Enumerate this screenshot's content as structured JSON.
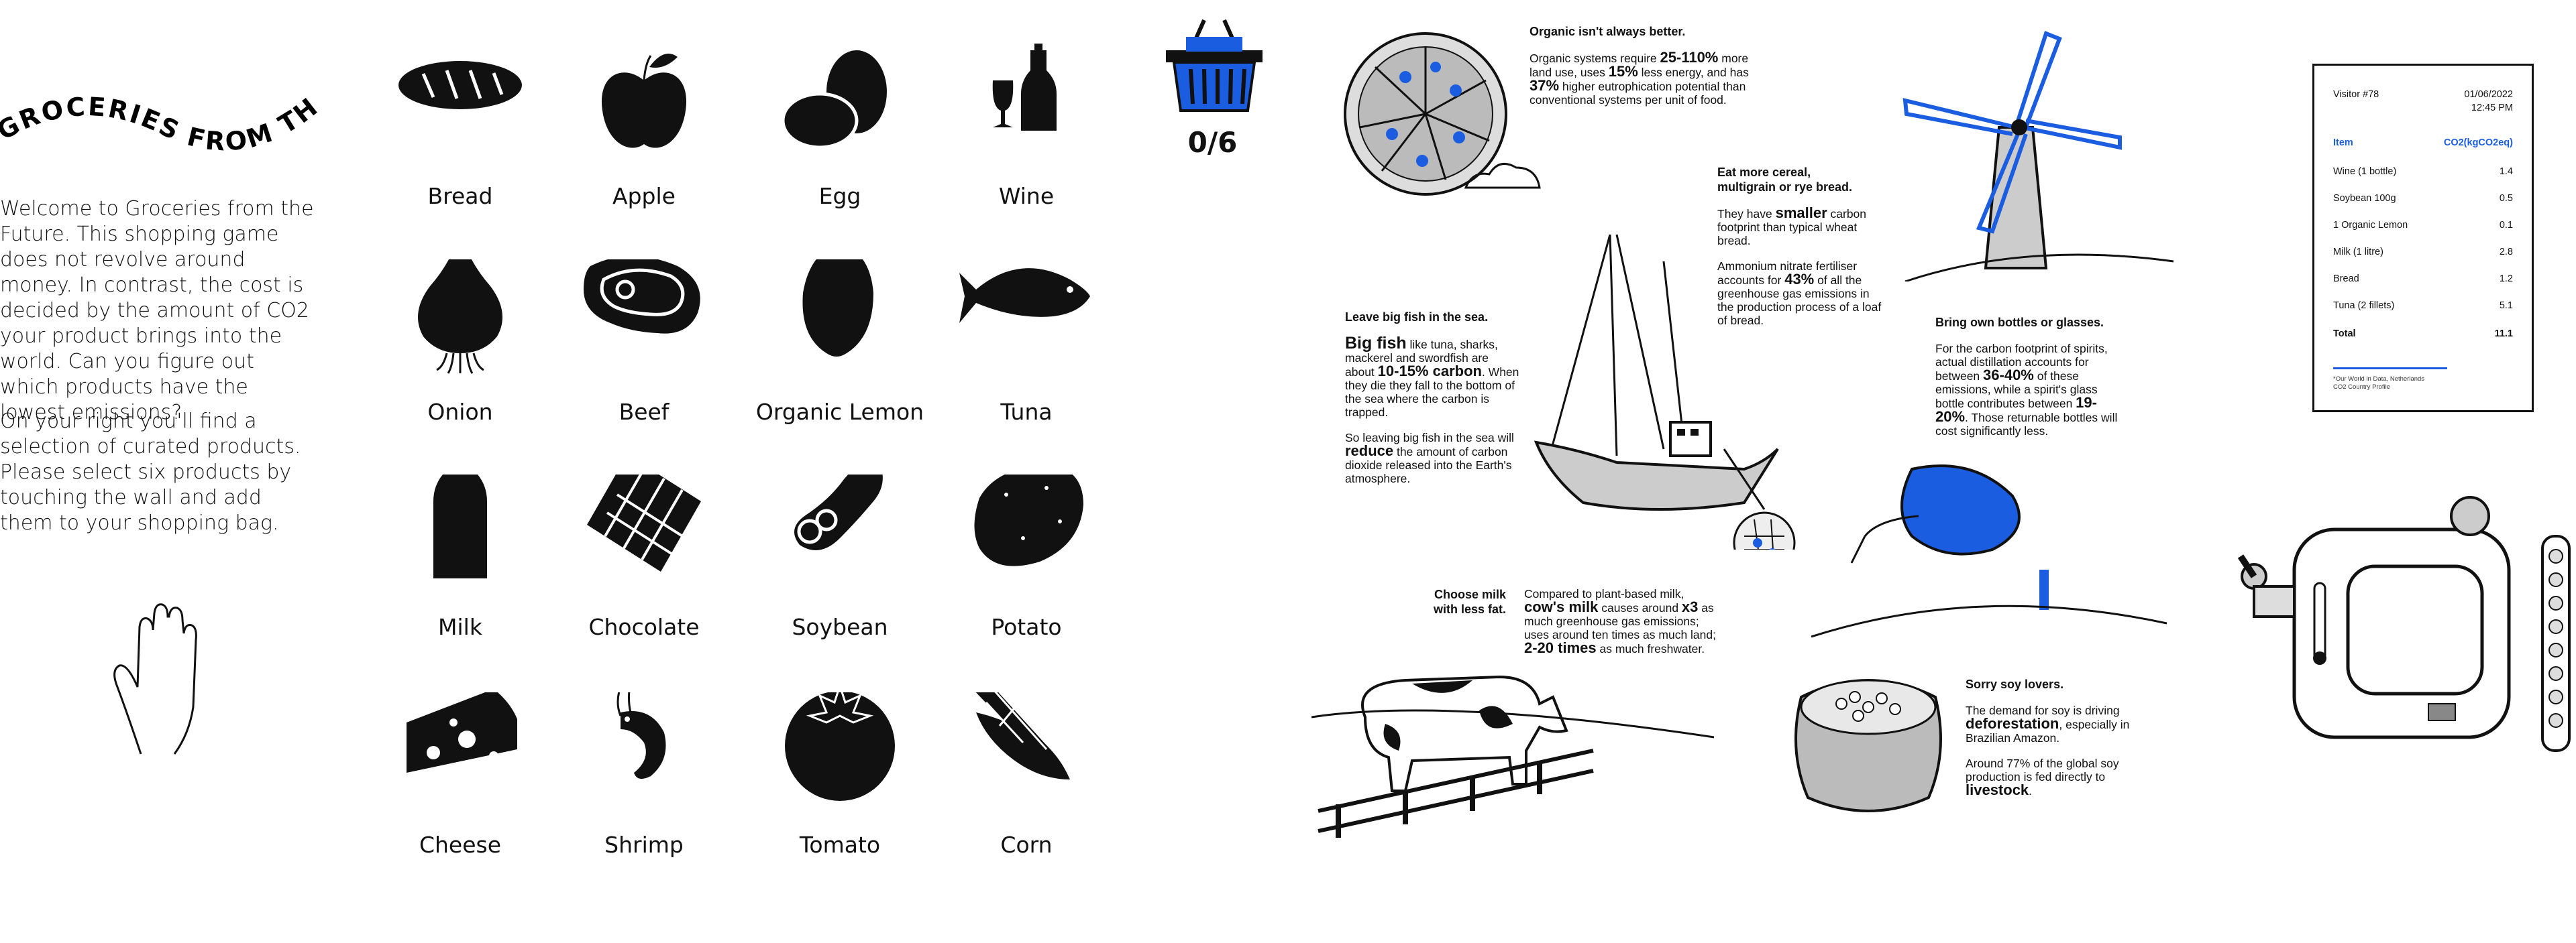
{
  "title": "GROCERIES FROM THE FUTURE",
  "intro": {
    "paragraph1": "Welcome to Groceries from the Future. This shopping game does not revolve around money. In contrast, the cost is decided by the amount of CO2 your product brings into the world. Can you figure out which products have the lowest emissions?",
    "paragraph2": "On your right you'll find a selection of curated products. Please select six products by touching the wall and add them to your shopping bag."
  },
  "products": [
    {
      "label": "Bread",
      "icon": "bread-icon"
    },
    {
      "label": "Apple",
      "icon": "apple-icon"
    },
    {
      "label": "Egg",
      "icon": "egg-icon"
    },
    {
      "label": "Wine",
      "icon": "wine-icon"
    },
    {
      "label": "Onion",
      "icon": "onion-icon"
    },
    {
      "label": "Beef",
      "icon": "beef-icon"
    },
    {
      "label": "Organic Lemon",
      "icon": "lemon-icon"
    },
    {
      "label": "Tuna",
      "icon": "fish-icon"
    },
    {
      "label": "Milk",
      "icon": "milk-bottle-icon"
    },
    {
      "label": "Chocolate",
      "icon": "chocolate-icon"
    },
    {
      "label": "Soybean",
      "icon": "soybean-icon"
    },
    {
      "label": "Potato",
      "icon": "potato-icon"
    },
    {
      "label": "Cheese",
      "icon": "cheese-icon"
    },
    {
      "label": "Shrimp",
      "icon": "shrimp-icon"
    },
    {
      "label": "Tomato",
      "icon": "tomato-icon"
    },
    {
      "label": "Corn",
      "icon": "corn-icon"
    }
  ],
  "basket": {
    "count": "0/6"
  },
  "colors": {
    "accent": "#1a5de0",
    "ink": "#111111",
    "background": "#ffffff"
  },
  "info": {
    "organic": {
      "heading": "Organic isn't always better.",
      "t1": "Organic systems require ",
      "b1": "25-110%",
      "t2": " more land use, uses ",
      "b2": "15%",
      "t3": " less energy, and has ",
      "b3": "37%",
      "t4": " higher eutrophication potential than conventional systems per unit of food."
    },
    "cereal": {
      "heading1": "Eat more cereal,",
      "heading2": "multigrain or rye bread.",
      "t1": "They have ",
      "b1": "smaller",
      "t2": " carbon footprint than typical wheat bread.",
      "t3": "Ammonium nitrate fertiliser accounts for ",
      "b2": "43%",
      "t4": " of all the greenhouse gas emissions in the production process of a loaf of bread."
    },
    "fish": {
      "heading": "Leave big fish in the sea.",
      "b1": "Big fish",
      "t1": " like tuna, sharks, mackerel and swordfish are about ",
      "b2": "10-15% carbon",
      "t2": ". When they die they fall to the bottom of the sea where the carbon is trapped.",
      "t3": "So leaving big fish in the sea will ",
      "b3": "reduce",
      "t4": " the amount of carbon dioxide released into the Earth's atmosphere."
    },
    "bottles": {
      "heading": "Bring own bottles or glasses.",
      "t1": "For the carbon footprint of spirits, actual distillation accounts for between ",
      "b1": "36-40%",
      "t2": " of these emissions, while a spirit's glass bottle contributes between ",
      "b2": "19-20%",
      "t3": ". Those returnable bottles will cost significantly less."
    },
    "milk": {
      "heading1": "Choose milk",
      "heading2": "with less fat.",
      "t1": "Compared to plant-based milk, ",
      "b1": "cow's milk",
      "t2": " causes around ",
      "b2": "x3",
      "t3": " as much greenhouse gas emissions; uses around ten times as much land; ",
      "b3": "2-20 times",
      "t4": " as much freshwater."
    },
    "soy": {
      "heading": "Sorry soy lovers.",
      "t1": "The demand for soy is driving ",
      "b1": "deforestation",
      "t2": ", especially in Brazilian Amazon.",
      "t3": "Around 77% of the global soy production is fed directly to ",
      "b2": "livestock",
      "t4": "."
    }
  },
  "receipt": {
    "visitor": "Visitor #78",
    "date": "01/06/2022",
    "time": "12:45 PM",
    "col_item": "Item",
    "col_co2": "CO2(kgCO2eq)",
    "items": [
      {
        "name": "Wine (1 bottle)",
        "value": "1.4"
      },
      {
        "name": "Soybean 100g",
        "value": "0.5"
      },
      {
        "name": "1 Organic Lemon",
        "value": "0.1"
      },
      {
        "name": "Milk (1 litre)",
        "value": "2.8"
      },
      {
        "name": "Bread",
        "value": "1.2"
      },
      {
        "name": "Tuna (2 fillets)",
        "value": "5.1"
      }
    ],
    "total_label": "Total",
    "total_value": "11.1",
    "note1": "*Our World in Data, Netherlands",
    "note2": "CO2 Country Profile"
  }
}
